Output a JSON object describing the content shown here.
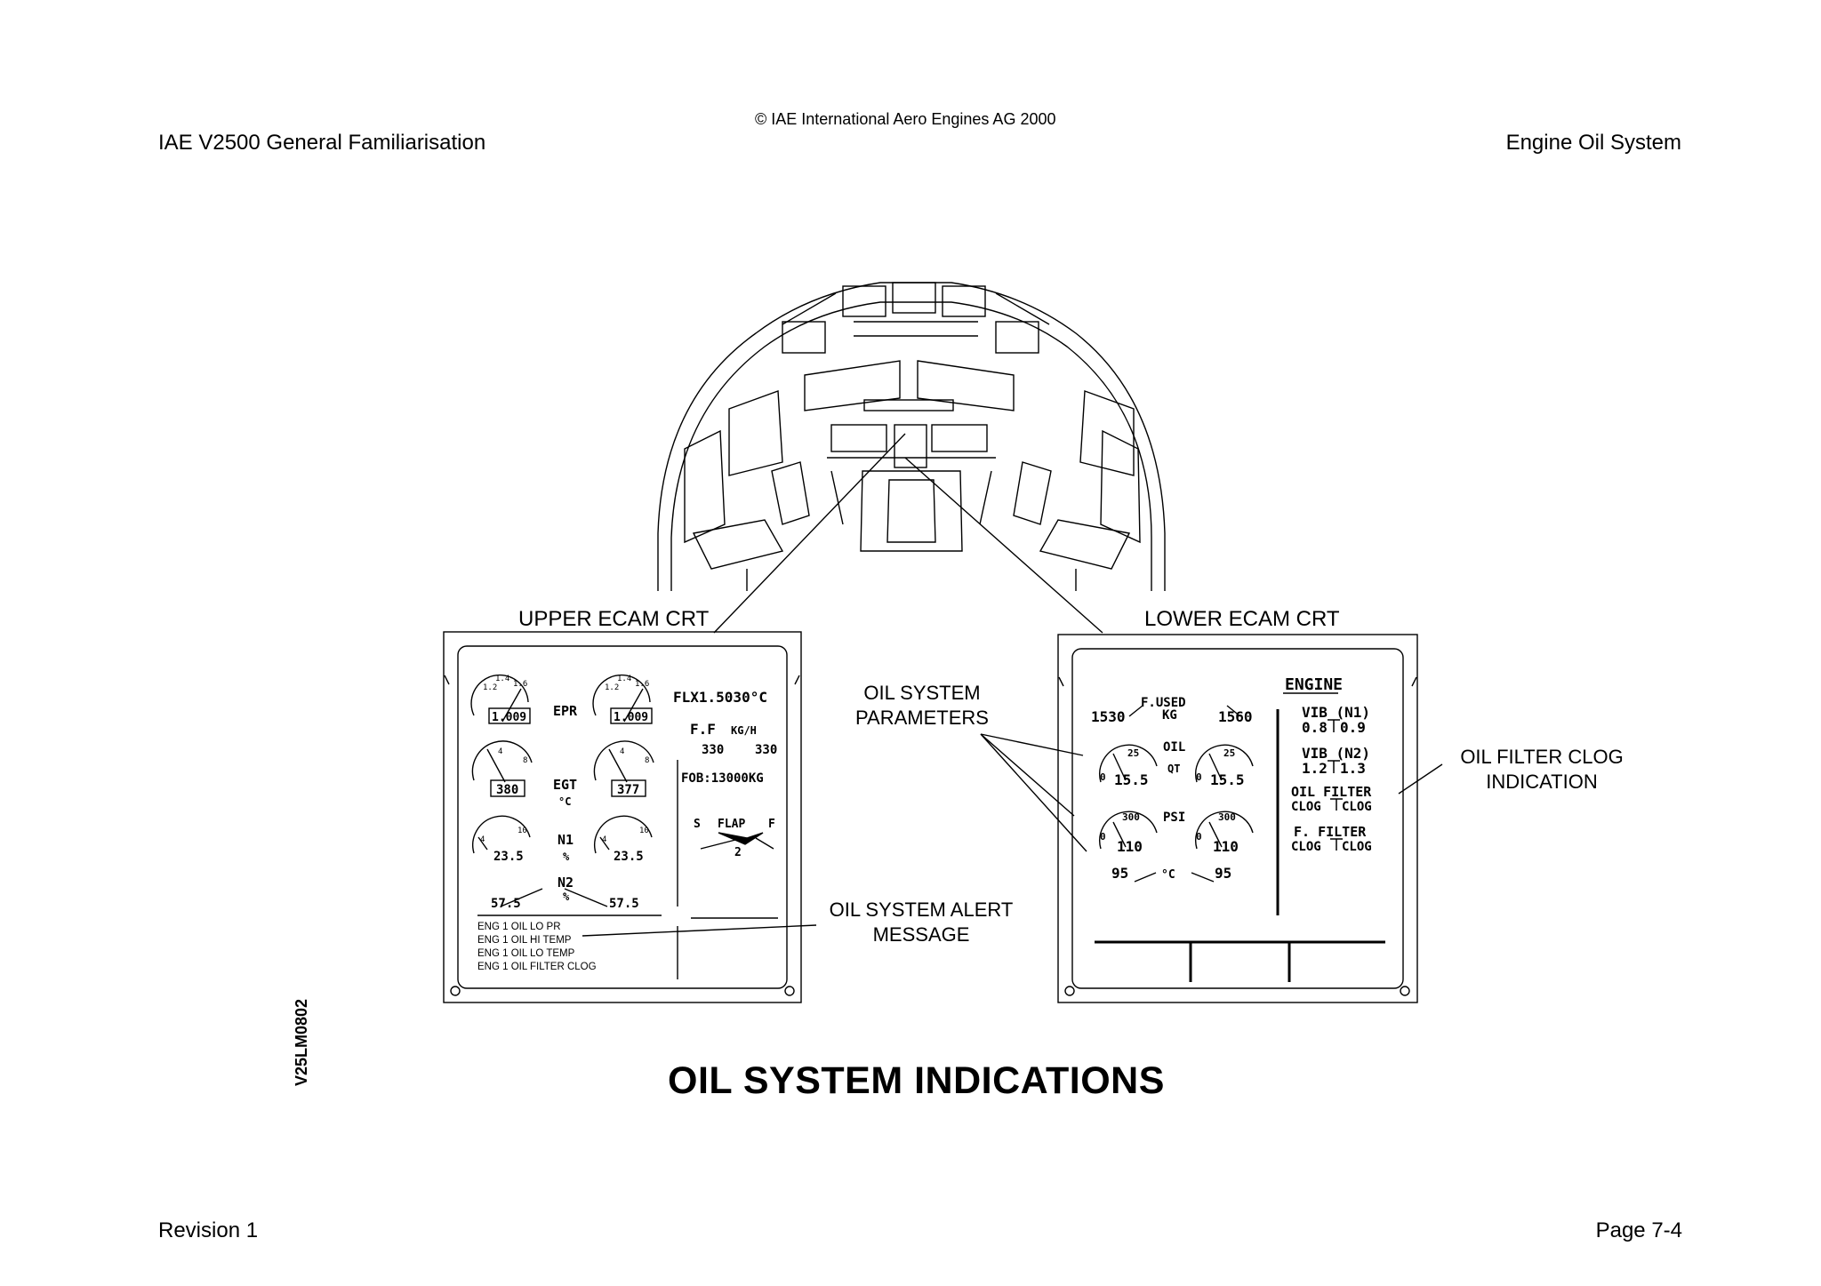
{
  "header": {
    "copyright": "© IAE International Aero Engines AG 2000",
    "left": "IAE V2500 General Familiarisation",
    "right": "Engine Oil System"
  },
  "footer": {
    "left": "Revision 1",
    "right": "Page 7-4"
  },
  "figure": {
    "title": "OIL SYSTEM INDICATIONS",
    "code": "V25LM0802",
    "callouts": {
      "upper_crt": "UPPER ECAM CRT",
      "lower_crt": "LOWER ECAM CRT",
      "oil_params": "OIL SYSTEM PARAMETERS",
      "alert_msg": "OIL SYSTEM ALERT MESSAGE",
      "filter_clog": "OIL FILTER CLOG INDICATION"
    },
    "upper_ecam": {
      "epr_label": "EPR",
      "epr_left": "1.009",
      "epr_right": "1.009",
      "epr_scale": [
        "1.2",
        "1.4",
        "1.6"
      ],
      "egt_label": "EGT",
      "egt_unit": "°C",
      "egt_left": "380",
      "egt_right": "377",
      "egt_scale": [
        "4",
        "8"
      ],
      "n1_label": "N1",
      "n1_unit": "%",
      "n1_left": "23.5",
      "n1_right": "23.5",
      "n1_scale": [
        "4",
        "10"
      ],
      "n2_label": "N2",
      "n2_unit": "%",
      "n2_left": "57.5",
      "n2_right": "57.5",
      "flx": "FLX1.5030°C",
      "ff_label": "F.F",
      "ff_unit": "KG/H",
      "ff_left": "330",
      "ff_right": "330",
      "fob": "FOB:13000KG",
      "flap_s": "S",
      "flap_label": "FLAP",
      "flap_f": "F",
      "flap_value": "2",
      "alerts": [
        "ENG 1 OIL LO PR",
        "ENG 1 OIL HI TEMP",
        "ENG 1 OIL LO TEMP",
        "ENG 1 OIL FILTER CLOG"
      ]
    },
    "lower_ecam": {
      "title": "ENGINE",
      "fused_label": "F.USED",
      "fused_unit": "KG",
      "fused_left": "1530",
      "fused_right": "1560",
      "oil_label": "OIL",
      "qt_label": "QT",
      "qt_left": "15.5",
      "qt_right": "15.5",
      "qt_scale": [
        "0",
        "25"
      ],
      "psi_label": "PSI",
      "psi_left": "110",
      "psi_right": "110",
      "psi_scale": [
        "0",
        "300"
      ],
      "temp_unit": "°C",
      "temp_left": "95",
      "temp_right": "95",
      "vib_n1_label": "VIB (N1)",
      "vib_n1_left": "0.8",
      "vib_n1_right": "0.9",
      "vib_n2_label": "VIB (N2)",
      "vib_n2_left": "1.2",
      "vib_n2_right": "1.3",
      "oil_filter_label": "OIL FILTER",
      "oil_filter_left": "CLOG",
      "oil_filter_right": "CLOG",
      "f_filter_label": "F. FILTER",
      "f_filter_left": "CLOG",
      "f_filter_right": "CLOG"
    }
  }
}
